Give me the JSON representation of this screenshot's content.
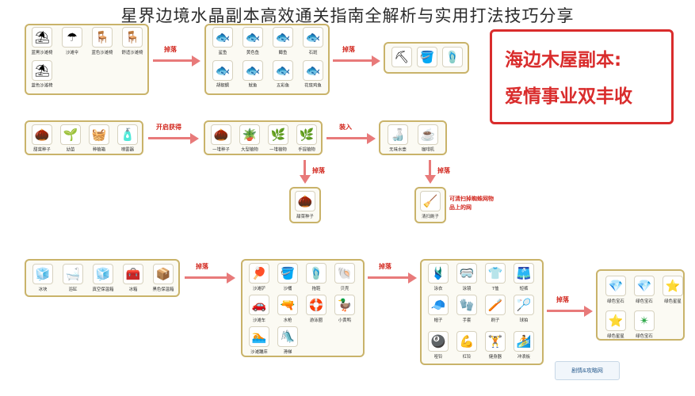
{
  "title": "星界边境水晶副本高效通关指南全解析与实用打法技巧分享",
  "callout": {
    "line1": "海边木屋副本:",
    "line2": "爱情事业双丰收"
  },
  "note": "可清扫掉蜘蛛网物品上的网",
  "watermark": "剧情&攻略网",
  "arrows": {
    "drop": "掉落",
    "open": "开启获得",
    "put_in": "装入"
  },
  "row1": {
    "items_a": [
      {
        "icon": "⛱",
        "label": "蓝黑沙滩椅"
      },
      {
        "icon": "☂",
        "label": "沙滩伞"
      },
      {
        "icon": "🪑",
        "label": "蓝色沙滩椅"
      },
      {
        "icon": "🪑",
        "label": "舒适沙滩椅"
      },
      {
        "icon": "⛱",
        "label": "蓝色沙滩椅"
      }
    ],
    "items_b": [
      {
        "icon": "🐟",
        "label": "鲨鱼"
      },
      {
        "icon": "🐟",
        "label": "黄色鱼"
      },
      {
        "icon": "🐟",
        "label": "鳟鱼"
      },
      {
        "icon": "🐟",
        "label": "石斑"
      },
      {
        "icon": "🐟",
        "label": "胡椒鲷"
      },
      {
        "icon": "🐟",
        "label": "鱿鱼"
      },
      {
        "icon": "🐟",
        "label": "五彩鱼"
      },
      {
        "icon": "🐟",
        "label": "花斑鸡鱼"
      }
    ],
    "items_c": [
      {
        "icon": "⛏",
        "label": ""
      },
      {
        "icon": "🪣",
        "label": ""
      },
      {
        "icon": "🩴",
        "label": ""
      }
    ]
  },
  "row2": {
    "items_a": [
      {
        "icon": "🌰",
        "label": "甜菜种子"
      },
      {
        "icon": "🌱",
        "label": "幼苗"
      },
      {
        "icon": "🧺",
        "label": "种植箱"
      },
      {
        "icon": "🧴",
        "label": "喷雾器"
      }
    ],
    "items_b": [
      {
        "icon": "🌰",
        "label": "一堆种子"
      },
      {
        "icon": "🪴",
        "label": "大型植物"
      },
      {
        "icon": "🌿",
        "label": "一堆植物"
      },
      {
        "icon": "🌿",
        "label": "手提植物"
      }
    ],
    "items_c": [
      {
        "icon": "🍶",
        "label": "无味水壶"
      },
      {
        "icon": "☕",
        "label": "咖啡机"
      }
    ],
    "item_drop_left": {
      "icon": "🌰",
      "label": "甜菜种子"
    },
    "item_drop_right": {
      "icon": "🧹",
      "label": "清扫刷子"
    }
  },
  "row3": {
    "items_a": [
      {
        "icon": "🧊",
        "label": "冰块"
      },
      {
        "icon": "🛁",
        "label": "浴缸"
      },
      {
        "icon": "🧊",
        "label": "真空保温箱"
      },
      {
        "icon": "🧰",
        "label": "冰箱"
      },
      {
        "icon": "📦",
        "label": "黑色保温箱"
      }
    ],
    "items_b": [
      {
        "icon": "🏓",
        "label": "沙滩铲"
      },
      {
        "icon": "🪣",
        "label": "沙桶"
      },
      {
        "icon": "🩴",
        "label": "拖鞋"
      },
      {
        "icon": "🐚",
        "label": "贝壳"
      },
      {
        "icon": "🚗",
        "label": "沙滩车"
      },
      {
        "icon": "🔫",
        "label": "水枪"
      },
      {
        "icon": "🛟",
        "label": "游泳圈"
      },
      {
        "icon": "🦆",
        "label": "小黄鸭"
      },
      {
        "icon": "🏊",
        "label": "沙滩蹦床"
      },
      {
        "icon": "🛝",
        "label": "滑梯"
      }
    ],
    "items_c": [
      {
        "icon": "🩱",
        "label": "泳衣"
      },
      {
        "icon": "🥽",
        "label": "泳镜"
      },
      {
        "icon": "👕",
        "label": "T恤"
      },
      {
        "icon": "🩳",
        "label": "短裤"
      },
      {
        "icon": "🧢",
        "label": "帽子"
      },
      {
        "icon": "🧤",
        "label": "手套"
      },
      {
        "icon": "🪥",
        "label": "刷子"
      },
      {
        "icon": "🏸",
        "label": "球拍"
      },
      {
        "icon": "🎱",
        "label": "哑铃"
      },
      {
        "icon": "💪",
        "label": "杠铃"
      },
      {
        "icon": "🏋",
        "label": "健身器"
      },
      {
        "icon": "🏄",
        "label": "冲浪板"
      }
    ],
    "items_d": [
      {
        "icon": "💎",
        "label": "绿色宝石"
      },
      {
        "icon": "💎",
        "label": "绿色宝石"
      },
      {
        "icon": "⭐",
        "label": "绿色星星"
      },
      {
        "icon": "⭐",
        "label": "绿色星星"
      },
      {
        "icon": "✴",
        "label": "绿色宝石"
      }
    ]
  }
}
